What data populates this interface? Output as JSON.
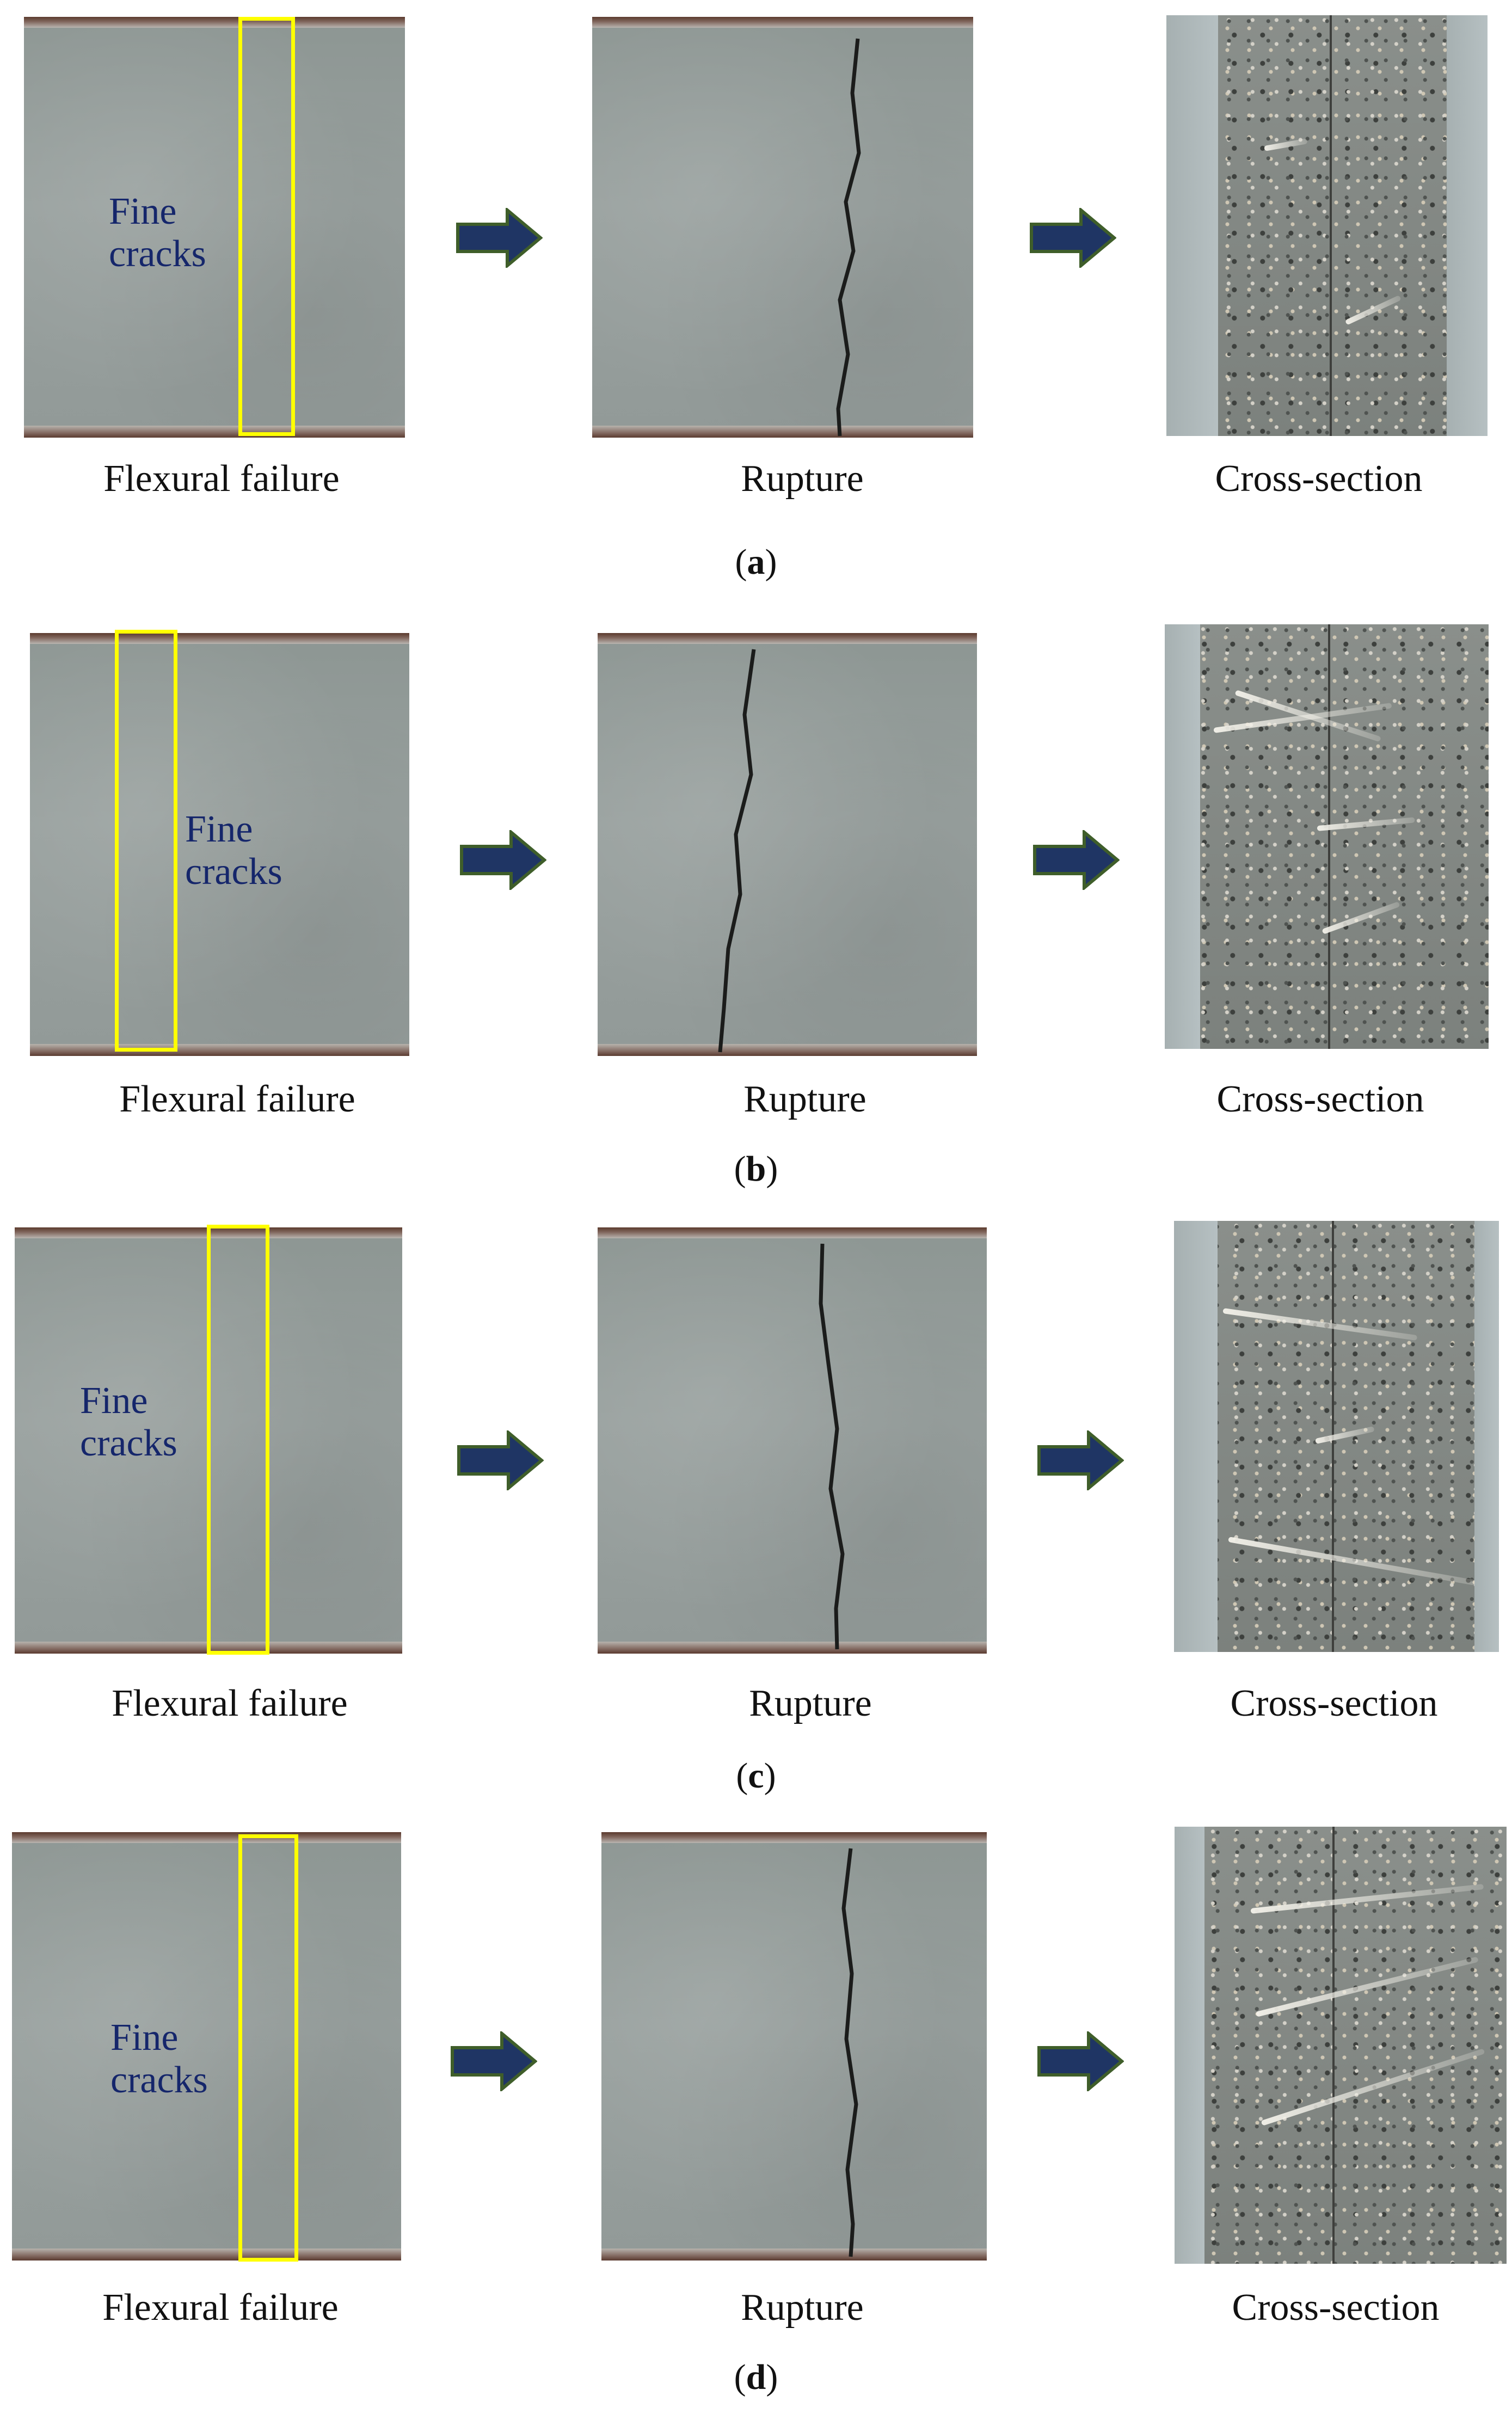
{
  "rows": [
    {
      "sub_label": "a",
      "box_annotation": "Fine cracks",
      "captions": [
        "Flexural failure",
        "Rupture",
        "Cross-section"
      ]
    },
    {
      "sub_label": "b",
      "box_annotation": "Fine cracks",
      "captions": [
        "Flexural failure",
        "Rupture",
        "Cross-section"
      ]
    },
    {
      "sub_label": "c",
      "box_annotation": "Fine cracks",
      "captions": [
        "Flexural failure",
        "Rupture",
        "Cross-section"
      ]
    },
    {
      "sub_label": "d",
      "box_annotation": "Fine cracks",
      "captions": [
        "Flexural failure",
        "Rupture",
        "Cross-section"
      ]
    }
  ],
  "colors": {
    "highlight_box": "#ffff00",
    "annotation_text": "#15266b",
    "arrow_fill": "#1f3564",
    "arrow_stroke": "#3f5e2a"
  },
  "icons": {
    "arrow": "right-arrow-icon"
  }
}
